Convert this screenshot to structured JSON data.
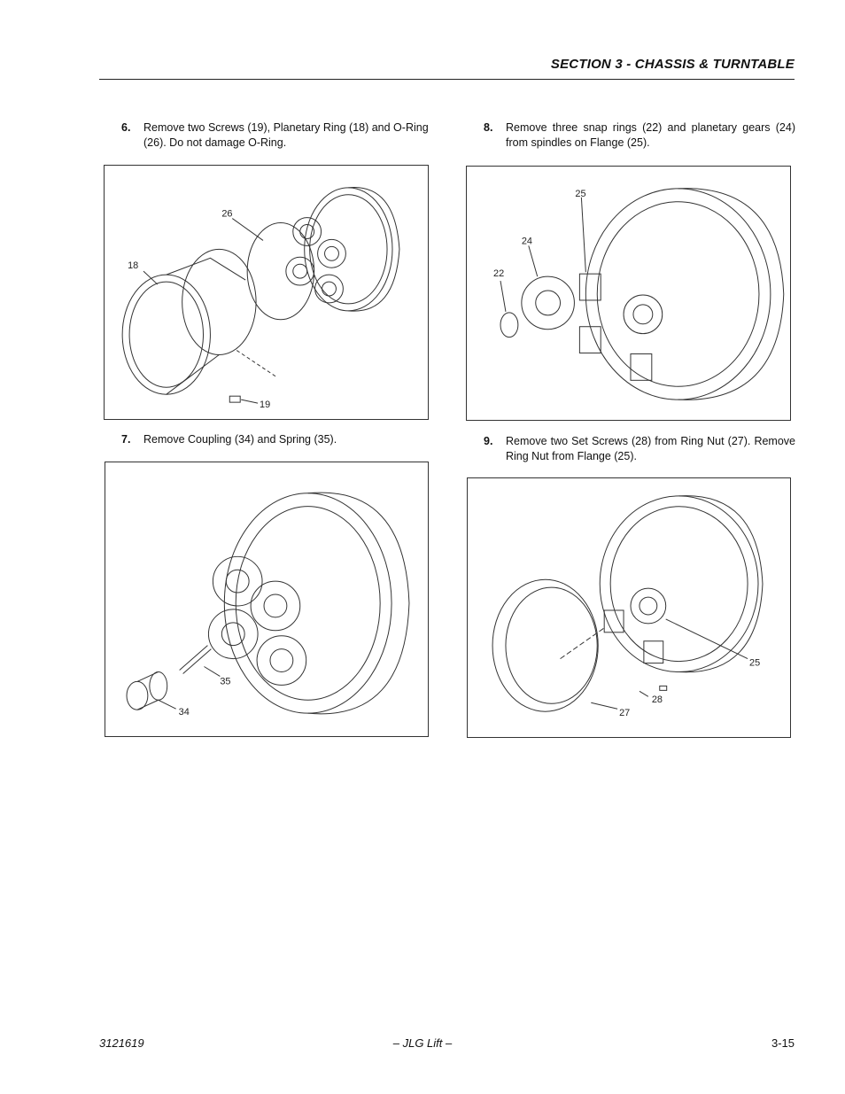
{
  "header": {
    "section_title": "SECTION 3 - CHASSIS & TURNTABLE"
  },
  "steps": [
    {
      "number": "6.",
      "text": "Remove two Screws (19), Planetary Ring (18) and O-Ring (26). Do not damage O-Ring."
    },
    {
      "number": "7.",
      "text": "Remove Coupling (34) and Spring (35)."
    },
    {
      "number": "8.",
      "text": "Remove three snap rings (22) and planetary gears (24) from spindles on Flange (25)."
    },
    {
      "number": "9.",
      "text": "Remove two Set Screws (28) from Ring Nut (27). Remove Ring Nut from Flange (25)."
    }
  ],
  "figures": {
    "fig6": {
      "callouts": [
        "26",
        "18",
        "19"
      ]
    },
    "fig7": {
      "callouts": [
        "35",
        "34"
      ]
    },
    "fig8": {
      "callouts": [
        "25",
        "24",
        "22"
      ]
    },
    "fig9": {
      "callouts": [
        "25",
        "28",
        "27"
      ]
    }
  },
  "footer": {
    "doc_number": "3121619",
    "brand": "– JLG Lift –",
    "page": "3-15"
  }
}
